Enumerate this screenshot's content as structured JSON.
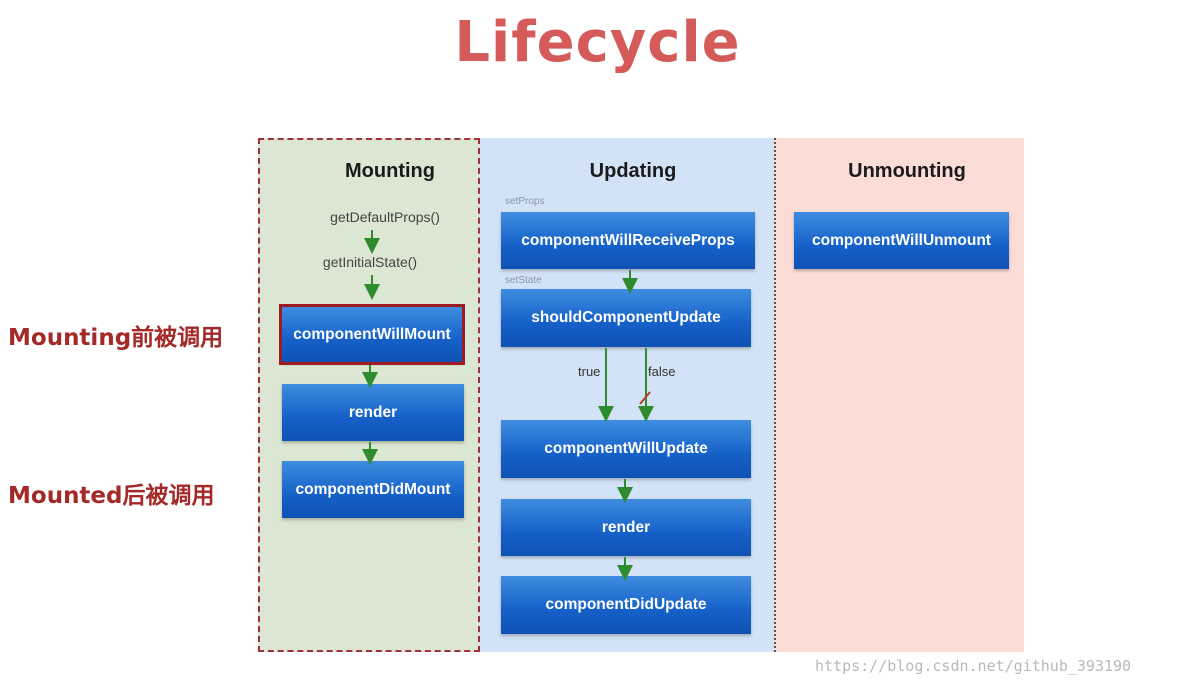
{
  "title": "Lifecycle",
  "columns": {
    "mounting": {
      "header": "Mounting",
      "methods": [
        "getDefaultProps()",
        "getInitialState()"
      ],
      "boxes": [
        "componentWillMount",
        "render",
        "componentDidMount"
      ]
    },
    "updating": {
      "header": "Updating",
      "set_props_label": "setProps",
      "set_state_label": "setState",
      "boxes": [
        "componentWillReceiveProps",
        "shouldComponentUpdate",
        "componentWillUpdate",
        "render",
        "componentDidUpdate"
      ],
      "true_label": "true",
      "false_label": "false"
    },
    "unmounting": {
      "header": "Unmounting",
      "boxes": [
        "componentWillUnmount"
      ]
    }
  },
  "notes": {
    "before_mount": "Mounting前被调用",
    "after_mount": "Mounted后被调用"
  },
  "watermark": "https://blog.csdn.net/github_393190",
  "colors": {
    "title": "#d55a5a",
    "box": "#1560c8",
    "arrow": "#2e8b2e",
    "highlight": "#a01a24",
    "note": "#a32a28"
  }
}
